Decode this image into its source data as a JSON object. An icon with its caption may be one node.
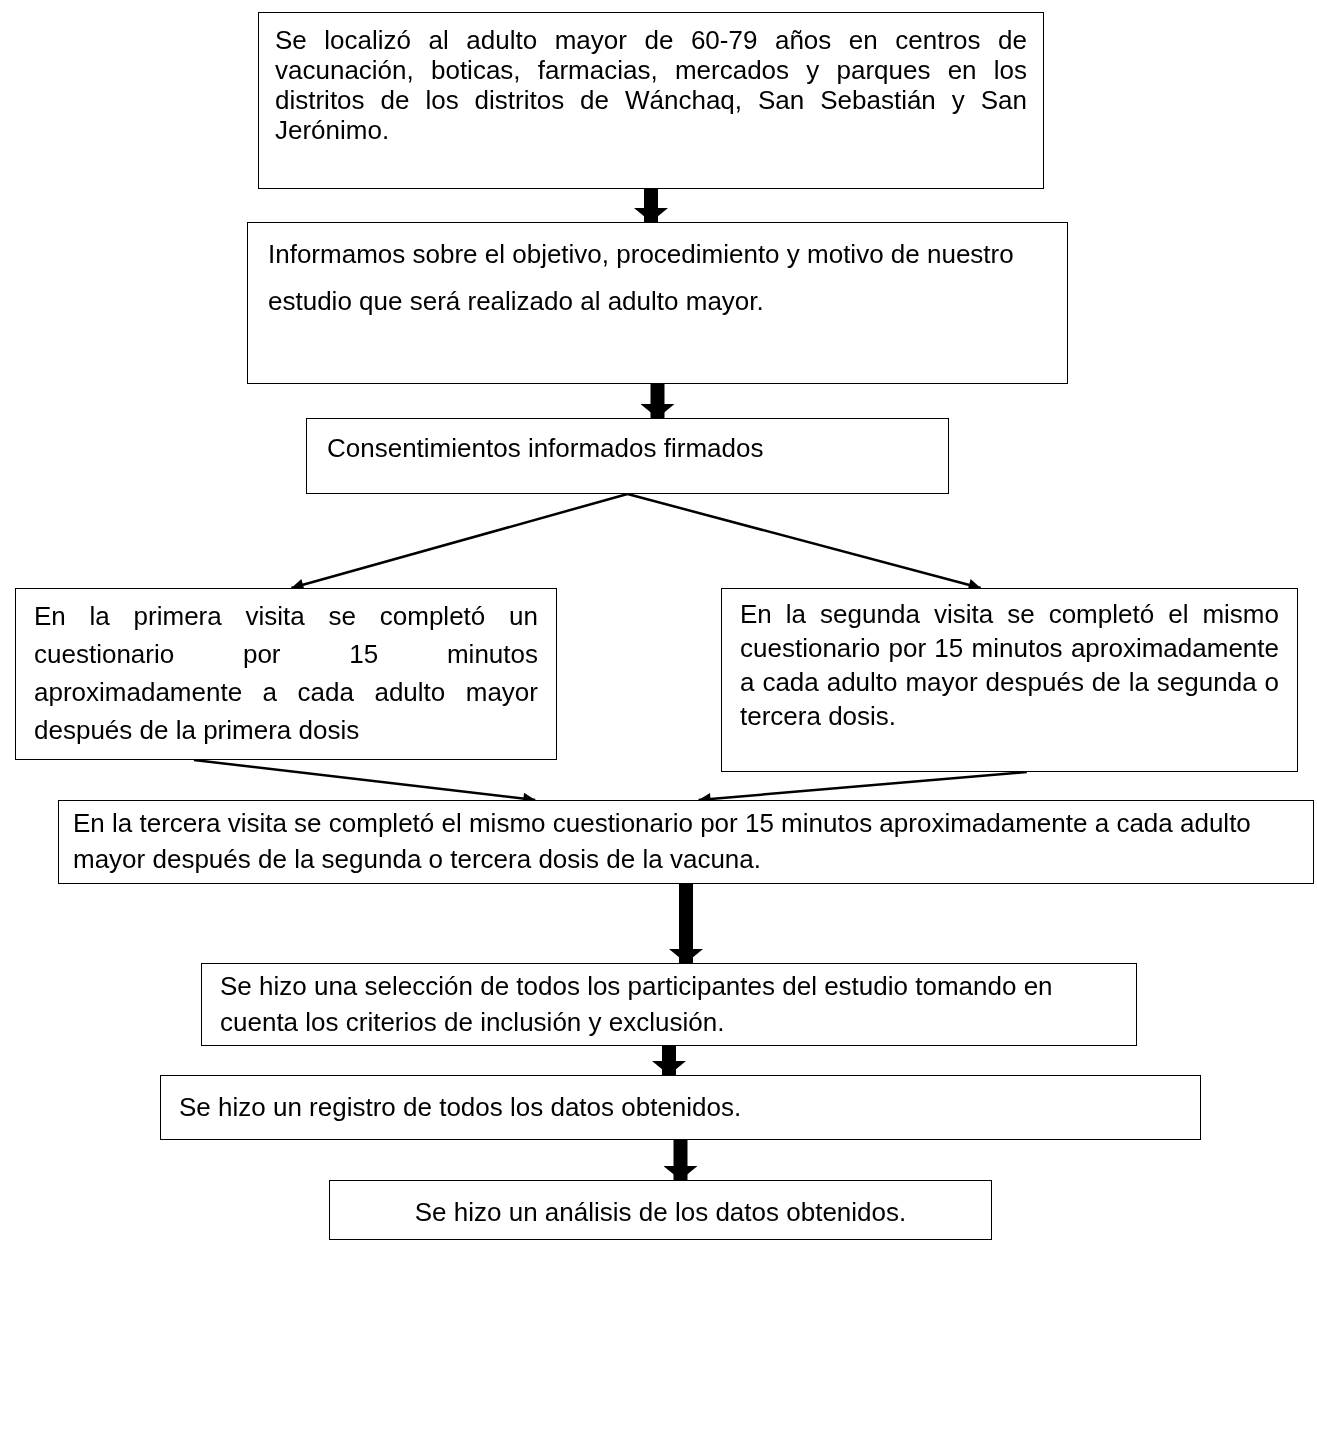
{
  "diagram": {
    "nodes": [
      {
        "text": [
          "Se localizó al adulto mayor de 60-79 años en centros de vacunación, boticas, farmacias, mercados y parques en los distritos de los distritos de Wánchaq, San Sebastián y San Jerónimo."
        ]
      },
      {
        "text": [
          "Informamos sobre el objetivo, procedimiento y motivo de nuestro estudio que será realizado al adulto mayor."
        ]
      },
      {
        "text": [
          "Consentimientos informados firmados"
        ]
      },
      {
        "text": [
          "En la primera visita se completó un cuestionario por 15 minutos aproximadamente a cada adulto mayor después de la primera dosis"
        ]
      },
      {
        "text": [
          "En la segunda visita se completó el mismo cuestionario por 15 minutos aproximadamente a cada adulto mayor después de la segunda o tercera dosis."
        ]
      },
      {
        "text": [
          "En la tercera visita se completó el mismo cuestionario por 15 minutos aproximadamente a cada adulto mayor después de la segunda o tercera dosis de la vacuna."
        ]
      },
      {
        "text": [
          "Se hizo una selección de todos los participantes del estudio tomando en cuenta los criterios de inclusión y exclusión."
        ]
      },
      {
        "text": [
          "Se hizo un registro de todos los datos obtenidos."
        ]
      },
      {
        "text": [
          "Se hizo un análisis de los datos obtenidos."
        ]
      }
    ],
    "edges": [
      {
        "from": 0,
        "to": 1,
        "arrow": "to"
      },
      {
        "from": 1,
        "to": 2,
        "arrow": "to"
      },
      {
        "from": 2,
        "to": 3,
        "arrow": "to"
      },
      {
        "from": 2,
        "to": 4,
        "arrow": "to"
      },
      {
        "from": 3,
        "to": 5,
        "arrow": "to"
      },
      {
        "from": 4,
        "to": 5,
        "arrow": "to"
      },
      {
        "from": 5,
        "to": 6,
        "arrow": "to"
      },
      {
        "from": 6,
        "to": 7,
        "arrow": "to"
      },
      {
        "from": 7,
        "to": 8,
        "arrow": "to"
      }
    ]
  }
}
